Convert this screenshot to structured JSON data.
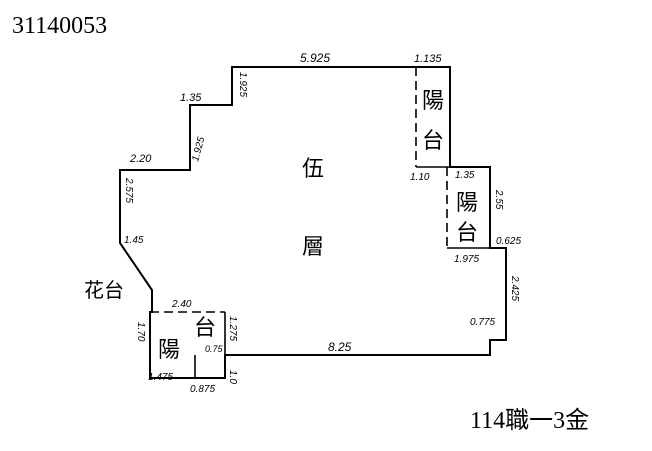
{
  "document_id": "31140053",
  "footer_label": "114職一3金",
  "rooms": {
    "main_room": "伍",
    "main_room_2": "層",
    "balcony_label_top": "陽",
    "balcony_label_bottom": "台",
    "planter_label": "花台"
  },
  "dimensions": {
    "top_wall": "5.925",
    "top_right": "1.135",
    "step1_horizontal": "1.35",
    "step1_vertical": "1.925",
    "step2_vertical": "1.925",
    "step3_horizontal": "2.20",
    "left_vertical": "2.575",
    "left_small": "1.45",
    "right_balcony_top": "1.35",
    "right_balcony_mid": "1.10",
    "right_vertical_1": "2.55",
    "right_small": "0.625",
    "right_lower_top": "1.975",
    "right_vertical_2": "2.425",
    "right_bottom_small": "0.775",
    "bottom_wall": "8.25",
    "bottom_balcony_top": "2.40",
    "bottom_balcony_left": "1.70",
    "bottom_balcony_right": "1.275",
    "bottom_balcony_bottom": "1.475",
    "bottom_small_1": "0.75",
    "bottom_small_2": "0.875",
    "bottom_small_3": "1.0"
  }
}
